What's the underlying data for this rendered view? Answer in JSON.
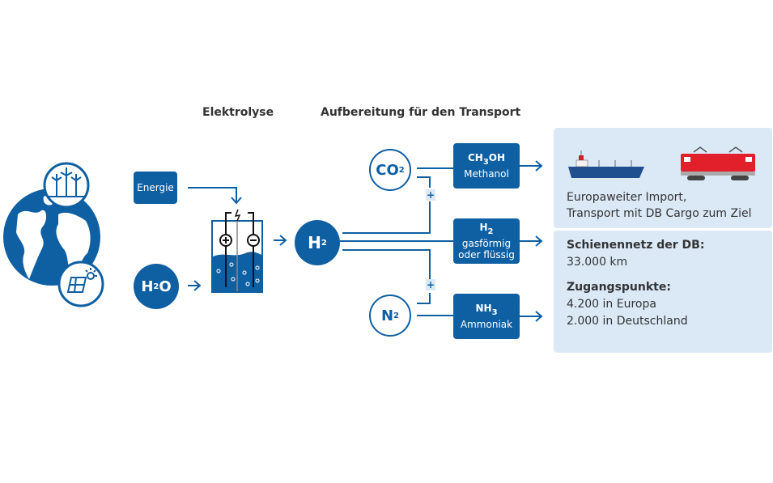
{
  "headings": {
    "electrolysis": "Elektrolyse",
    "transport_prep": "Aufbereitung für den Transport"
  },
  "inputs": {
    "energy": "Energie",
    "water_main": "H",
    "water_sub": "2",
    "water_tail": "O"
  },
  "hydrogen": {
    "main": "H",
    "sub": "2"
  },
  "co2": {
    "main": "CO",
    "sub": "2"
  },
  "n2": {
    "main": "N",
    "sub": "2"
  },
  "plus_sign": "+",
  "products": [
    {
      "formula_main": "CH",
      "formula_sub": "3",
      "formula_tail": "OH",
      "name": "Methanol"
    },
    {
      "formula_main": "H",
      "formula_sub": "2",
      "formula_tail": "",
      "name_line1": "gasförmig",
      "name_line2": "oder flüssig"
    },
    {
      "formula_main": "NH",
      "formula_sub": "3",
      "formula_tail": "",
      "name": "Ammoniak"
    }
  ],
  "transport": {
    "line1": "Europaweiter Import,",
    "line2": "Transport mit DB Cargo zum Ziel"
  },
  "stats": {
    "rail_label": "Schienennetz der DB:",
    "rail_value": "33.000 km",
    "access_label": "Zugangspunkte:",
    "access_europe": "4.200 in Europa",
    "access_germany": "2.000 in Deutschland"
  },
  "colors": {
    "primary_blue": "#0f5fa3",
    "panel_bg": "#dbe9f7",
    "train_red": "#e2202b",
    "ship_blue": "#1f4f8f"
  }
}
